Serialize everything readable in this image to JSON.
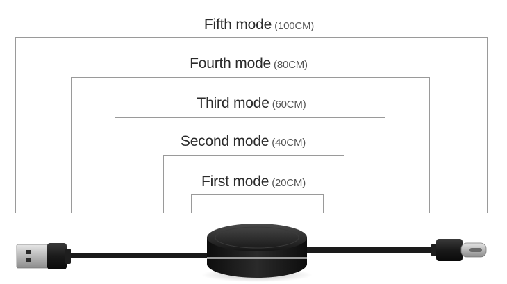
{
  "modes": [
    {
      "name": "Fifth mode",
      "length": "(100CM)"
    },
    {
      "name": "Fourth mode",
      "length": "(80CM)"
    },
    {
      "name": "Third mode",
      "length": "(60CM)"
    },
    {
      "name": "Second mode",
      "length": "(40CM)"
    },
    {
      "name": "First mode",
      "length": "(20CM)"
    }
  ],
  "product": {
    "left_connector": "usb-a-plug-icon",
    "right_connector": "usb-c-plug-icon",
    "center": "retractable-reel-icon"
  },
  "colors": {
    "frame_line": "#9a9a9a",
    "text": "#2b2b2b",
    "cable": "#1a1a1a"
  }
}
